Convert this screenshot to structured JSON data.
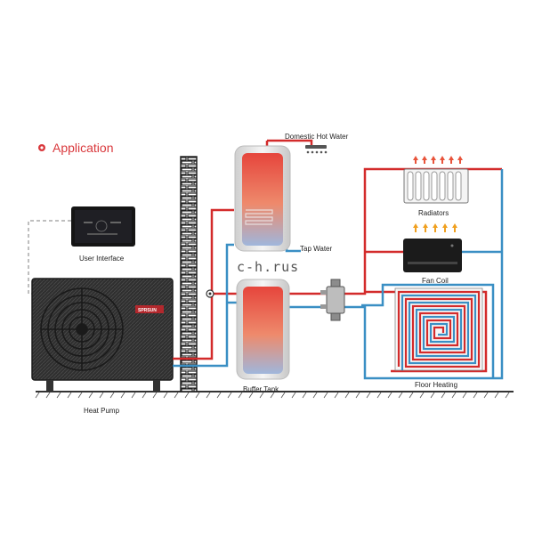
{
  "header": {
    "title": "Application"
  },
  "labels": {
    "domestic_hot_water": "Domestic Hot Water",
    "tap_water": "Tap Water",
    "radiators": "Radiators",
    "fan_coil": "Fan Coil",
    "floor_heating": "Floor Heating",
    "buffer_tank": "Buffer Tank",
    "user_interface": "User Interface",
    "heat_pump": "Heat Pump"
  },
  "watermark": "c-h.rus",
  "colors": {
    "hot_pipe": "#d32b2b",
    "cold_pipe": "#3a8fc4",
    "title": "#d9383c",
    "wall": "#222222"
  },
  "icons": [
    "bullet-icon",
    "shower-icon",
    "heat-arrows-icon",
    "brick-wall-icon",
    "fan-grille-icon",
    "valve-icon",
    "manifold-icon"
  ]
}
